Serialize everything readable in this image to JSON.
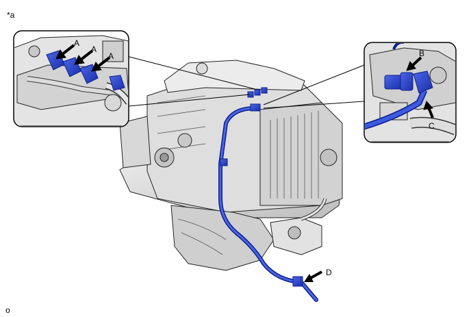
{
  "figure": {
    "corner_label": "*a",
    "footer_code": "o"
  },
  "callouts": {
    "left_inset": [
      "A",
      "A",
      "A"
    ],
    "right_inset": [
      "B",
      "C"
    ],
    "main": [
      "D"
    ]
  },
  "colors": {
    "line_art": "#222222",
    "engine_light": "#e6e6e6",
    "engine_mid": "#c9c9c9",
    "engine_dark": "#9a9a9a",
    "highlight_blue": "#1f3ec8",
    "highlight_blue_dark": "#0d1f8a",
    "arrow": "#000000"
  },
  "icons": [
    "engine-illustration",
    "fuel-pipe",
    "connector",
    "pointer-arrow"
  ]
}
